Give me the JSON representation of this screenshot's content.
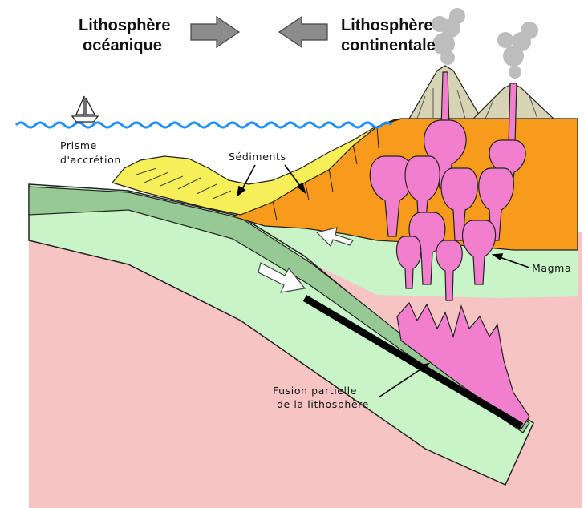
{
  "titles": {
    "oceanic_line1": "Lithosphère",
    "oceanic_line2": "océanique",
    "continental_line1": "Lithosphère",
    "continental_line2": "continentale"
  },
  "labels": {
    "prism_line1": "Prisme",
    "prism_line2": "d'accrétion",
    "sediments": "Sédiments",
    "magma": "Magma",
    "fusion_line1": "Fusion partielle",
    "fusion_line2": "de la lithosphère"
  },
  "colors": {
    "sea": "#1e90ff",
    "mantle": "#f7c4c4",
    "lithosphere_light": "#c9f4c8",
    "oceanic_plate": "#96c994",
    "sediment": "#f7ef57",
    "continental_crust": "#f89a1c",
    "magma": "#f27fcd",
    "volcano": "#d7d4b6",
    "smoke": "#bdbdbd",
    "arrow": "#8c8c8c"
  }
}
